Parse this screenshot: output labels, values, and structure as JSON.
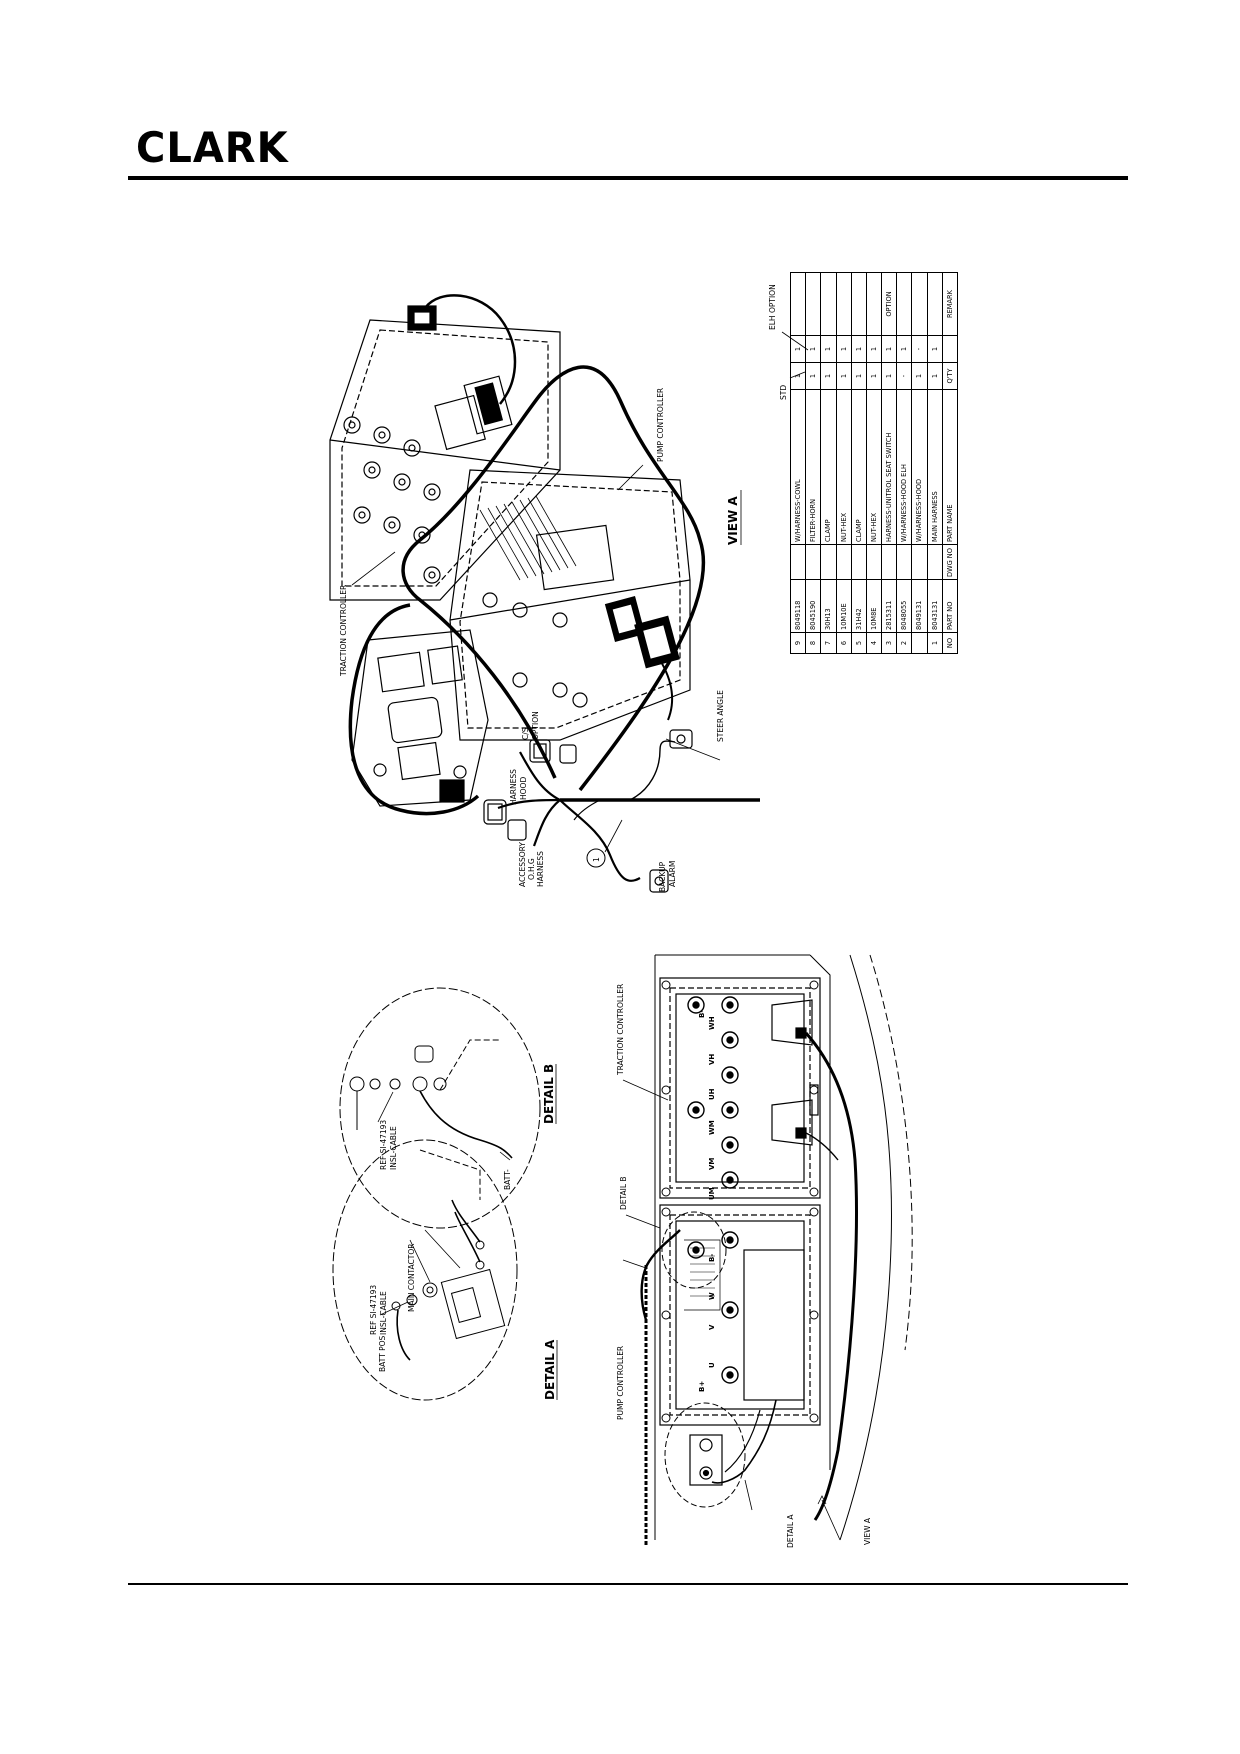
{
  "header": {
    "logo": "CLARK"
  },
  "labels": {
    "traction_controller": "TRACTION CONTROLLER",
    "pump_controller": "PUMP CONTROLLER",
    "cs_option_1": "C/S",
    "cs_option_2": "OPTION",
    "harness_hood_1": "HARNESS",
    "harness_hood_2": "HOOD",
    "accessory_1": "ACCESSORY",
    "accessory_2": "O.H.G",
    "accessory_3": "HARNESS",
    "backup_alarm_1": "BACKUP",
    "backup_alarm_2": "ALARM",
    "steer_angle": "STEER ANGLE",
    "item_one": "1",
    "view_a_title": "VIEW A",
    "std": "STD",
    "elh_option": "ELH OPTION",
    "detail_a_title": "DETAIL A",
    "detail_b_title": "DETAIL B",
    "batt_pos": "BATT POS",
    "ref_cable_1": "REF SI-47193",
    "ref_cable_2": "INSL-CABLE",
    "main_contactor": "MAIN CONTACTOR",
    "batt_neg": "BATT-",
    "bottom_pump_controller": "PUMP CONTROLLER",
    "bottom_detail_b": "DETAIL B",
    "bottom_traction_controller": "TRACTION CONTROLLER",
    "bottom_detail_a": "DETAIL A",
    "bottom_view_a": "VIEW A",
    "terminals": [
      "B-",
      "W",
      "V",
      "U",
      "B+",
      "B-",
      "WH",
      "VH",
      "UH",
      "WM",
      "VM",
      "UM"
    ]
  },
  "bom": {
    "headers": {
      "no": "NO",
      "part_no": "PART NO",
      "dwg_no": "DWG NO",
      "part_name": "PART NAME",
      "std": "Q'TY",
      "elh": "",
      "remark": "REMARK"
    },
    "rows": [
      {
        "no": "9",
        "part_no": "8049118",
        "dwg_no": "",
        "part_name": "W/HARNESS-COWL",
        "std": "1",
        "elh": "1",
        "remark": ""
      },
      {
        "no": "8",
        "part_no": "8045190",
        "dwg_no": "",
        "part_name": "FILTER-HORN",
        "std": "1",
        "elh": "1",
        "remark": ""
      },
      {
        "no": "7",
        "part_no": "30H13",
        "dwg_no": "",
        "part_name": "CLAMP",
        "std": "1",
        "elh": "1",
        "remark": ""
      },
      {
        "no": "6",
        "part_no": "10M10E",
        "dwg_no": "",
        "part_name": "NUT-HEX",
        "std": "1",
        "elh": "1",
        "remark": ""
      },
      {
        "no": "5",
        "part_no": "31H42",
        "dwg_no": "",
        "part_name": "CLAMP",
        "std": "1",
        "elh": "1",
        "remark": ""
      },
      {
        "no": "4",
        "part_no": "10M8E",
        "dwg_no": "",
        "part_name": "NUT-HEX",
        "std": "1",
        "elh": "1",
        "remark": ""
      },
      {
        "no": "3",
        "part_no": "2815311",
        "dwg_no": "",
        "part_name": "HARNESS-UNITROL SEAT SWITCH",
        "std": "1",
        "elh": "1",
        "remark": "OPTION"
      },
      {
        "no": "2",
        "part_no": "8048055",
        "dwg_no": "",
        "part_name": "W/HARNESS-HOOD ELH",
        "std": "-",
        "elh": "1",
        "remark": ""
      },
      {
        "no": "",
        "part_no": "8049131",
        "dwg_no": "",
        "part_name": "W/HARNESS-HOOD",
        "std": "1",
        "elh": "-",
        "remark": ""
      },
      {
        "no": "1",
        "part_no": "8043131",
        "dwg_no": "",
        "part_name": "MAIN HARNESS",
        "std": "1",
        "elh": "1",
        "remark": ""
      }
    ]
  }
}
